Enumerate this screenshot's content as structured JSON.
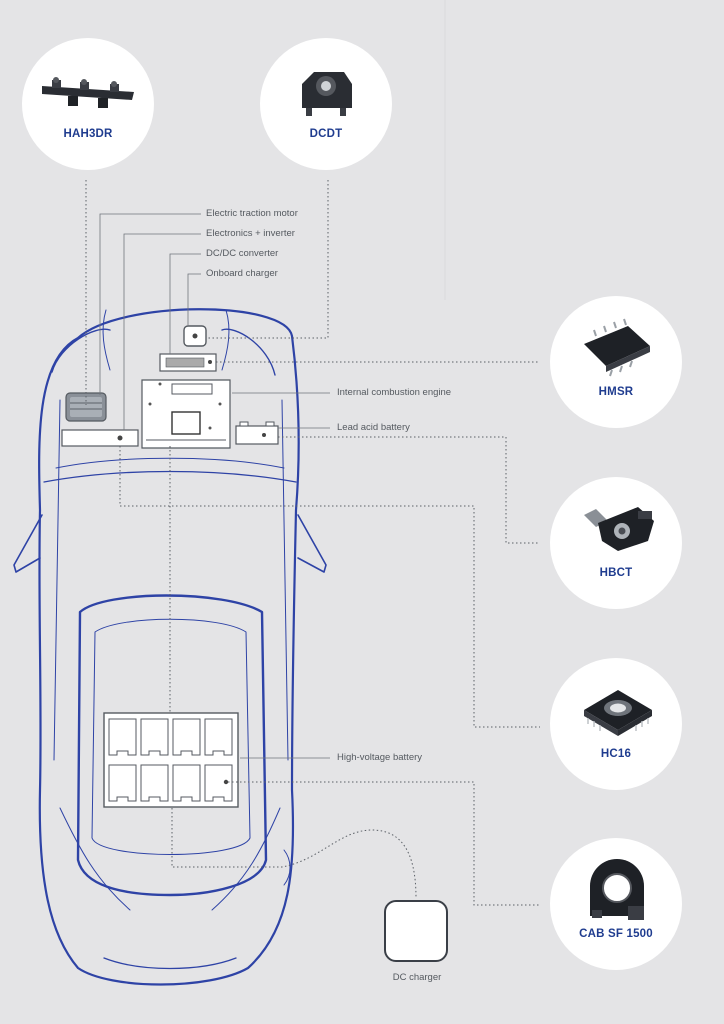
{
  "colors": {
    "background": "#e4e4e6",
    "car_outline": "#2e43a6",
    "component_stroke": "#555a60",
    "sensor_name": "#1f3c8f",
    "leader_line": "#70757c"
  },
  "car_components": {
    "traction_motor": "Electric traction motor",
    "electronics_inverter": "Electronics + inverter",
    "dcdc_converter": "DC/DC converter",
    "onboard_charger": "Onboard charger",
    "combustion_engine": "Internal combustion engine",
    "lead_acid_battery": "Lead acid battery",
    "hv_battery": "High-voltage battery",
    "dc_charger": "DC charger"
  },
  "sensors": {
    "hah3dr": "HAH3DR",
    "dcdt": "DCDT",
    "hmsr": "HMSR",
    "hbct": "HBCT",
    "hc16": "HC16",
    "cab_sf_1500": "CAB SF 1500"
  }
}
